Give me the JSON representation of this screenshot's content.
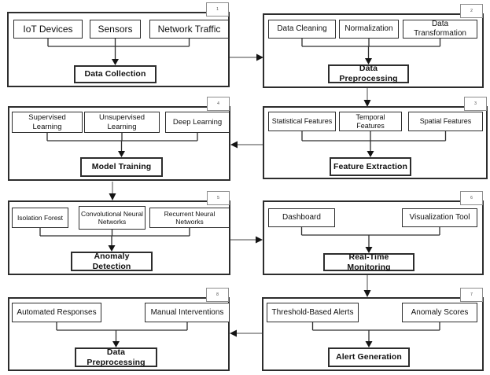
{
  "colors": {
    "panel_border": "#2d2d2d",
    "box_border": "#2d2d2d",
    "inner_line": "#2e2e2e",
    "outer_line": "#6b6b6b",
    "arrowhead": "#141414",
    "background": "#ffffff",
    "text": "#111111"
  },
  "panels": [
    {
      "number": "1",
      "inputs": [
        "IoT Devices",
        "Sensors",
        "Network Traffic"
      ],
      "output": "Data Collection"
    },
    {
      "number": "2",
      "inputs": [
        "Data Cleaning",
        "Normalization",
        "Data Transformation"
      ],
      "output": "Data Preprocessing"
    },
    {
      "number": "3",
      "inputs": [
        "Statistical Features",
        "Temporal Features",
        "Spatial Features"
      ],
      "output": "Feature Extraction"
    },
    {
      "number": "4",
      "inputs": [
        "Supervised Learning",
        "Unsupervised Learning",
        "Deep Learning"
      ],
      "output": "Model Training"
    },
    {
      "number": "5",
      "inputs": [
        "Isolation Forest",
        "Convolutional Neural Networks",
        "Recurrent Neural Networks"
      ],
      "output": "Anomaly Detection"
    },
    {
      "number": "6",
      "inputs": [
        "Dashboard",
        "Visualization Tool"
      ],
      "output": "Real-Time Monitoring"
    },
    {
      "number": "7",
      "inputs": [
        "Threshold-Based Alerts",
        "Anomaly Scores"
      ],
      "output": "Alert Generation"
    },
    {
      "number": "8",
      "inputs": [
        "Automated Responses",
        "Manual Interventions"
      ],
      "output": "Data Preprocessing"
    }
  ]
}
